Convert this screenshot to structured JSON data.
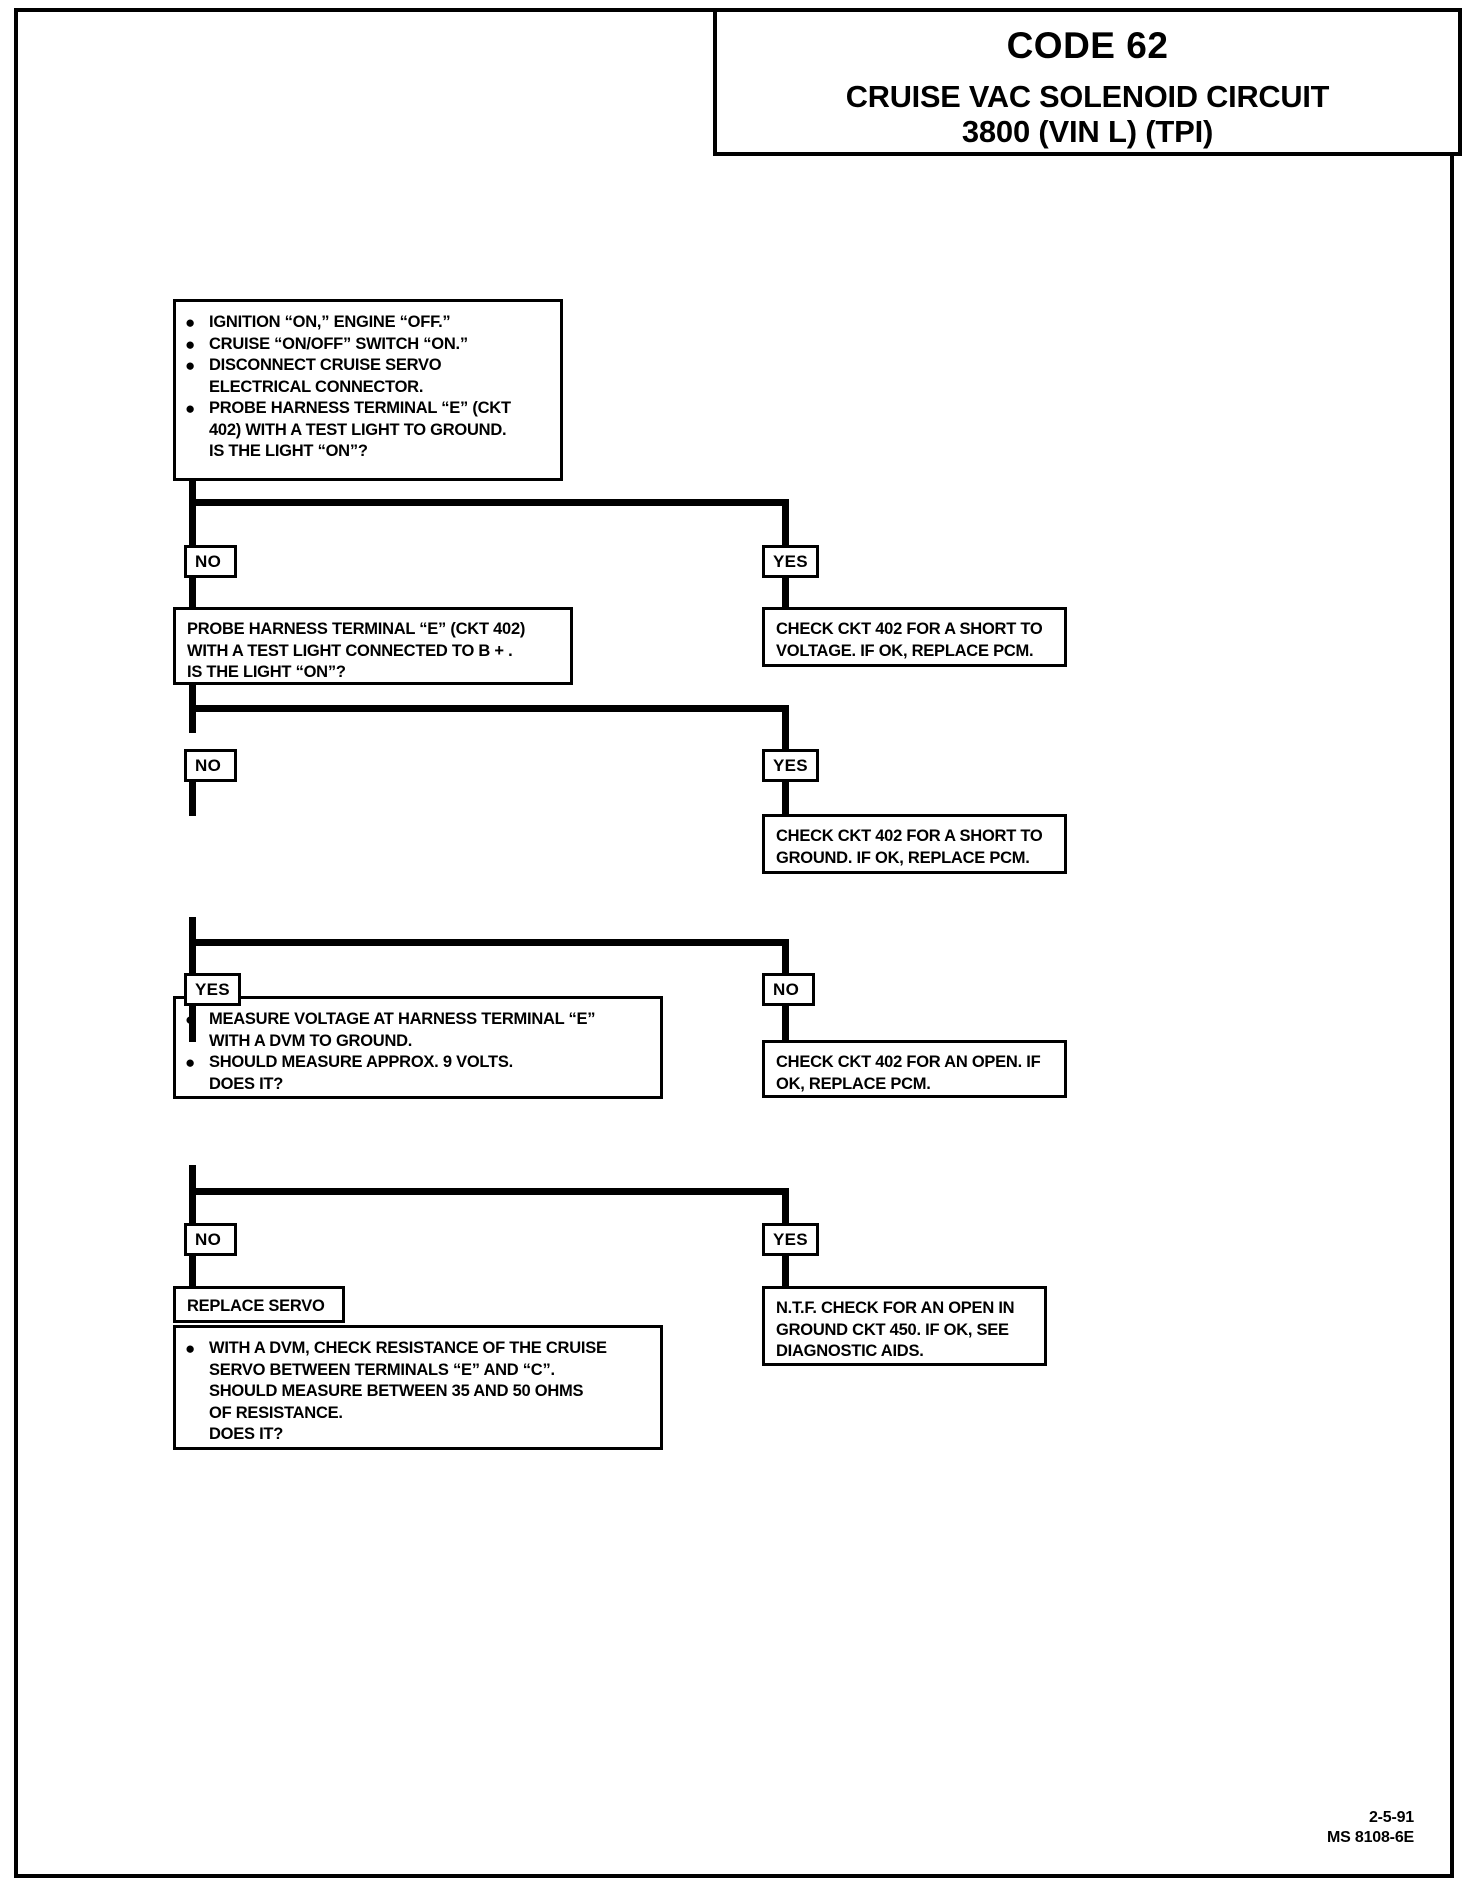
{
  "header": {
    "code": "CODE 62",
    "title_line1": "CRUISE VAC SOLENOID CIRCUIT",
    "title_line2": "3800  (VIN L)  (TPI)"
  },
  "steps": [
    {
      "id": "step1",
      "type": "decision",
      "bullets": [
        "IGNITION “ON,” ENGINE “OFF.”",
        "CRUISE “ON/OFF” SWITCH “ON.”",
        "DISCONNECT CRUISE SERVO\nELECTRICAL CONNECTOR.",
        "PROBE HARNESS TERMINAL “E” (CKT\n402) WITH A TEST LIGHT TO GROUND.\nIS THE LIGHT “ON”?"
      ],
      "left_tag": "NO",
      "right_tag": "YES"
    },
    {
      "id": "step2",
      "type": "decision",
      "text": "PROBE HARNESS TERMINAL “E” (CKT 402)\nWITH A TEST  LIGHT CONNECTED TO B + .\nIS THE LIGHT “ON”?",
      "left_tag": "NO",
      "right_tag": "YES"
    },
    {
      "id": "step3",
      "type": "decision",
      "bullets": [
        "MEASURE VOLTAGE AT HARNESS TERMINAL “E”\nWITH A DVM TO GROUND.",
        "SHOULD MEASURE APPROX. 9 VOLTS.\nDOES IT?"
      ],
      "left_tag": "YES",
      "right_tag": "NO"
    },
    {
      "id": "step4",
      "type": "decision",
      "bullets": [
        "WITH A DVM, CHECK RESISTANCE OF THE CRUISE\nSERVO BETWEEN TERMINALS “E” AND “C”.\nSHOULD MEASURE BETWEEN 35 AND 50 OHMS\nOF RESISTANCE.\nDOES IT?"
      ],
      "left_tag": "NO",
      "right_tag": "YES"
    }
  ],
  "results": {
    "r1": "CHECK CKT 402 FOR A SHORT TO\nVOLTAGE.  IF OK, REPLACE PCM.",
    "r2": "CHECK CKT 402 FOR A SHORT TO\nGROUND.  IF OK, REPLACE PCM.",
    "r3": "CHECK CKT 402 FOR AN OPEN.  IF\nOK, REPLACE PCM.",
    "r4": "REPLACE SERVO",
    "r5": "N.T.F.  CHECK FOR AN OPEN IN\nGROUND CKT 450.  IF OK, SEE\nDIAGNOSTIC AIDS."
  },
  "footer": {
    "date": "2-5-91",
    "doc_id": "MS 8108-6E"
  }
}
